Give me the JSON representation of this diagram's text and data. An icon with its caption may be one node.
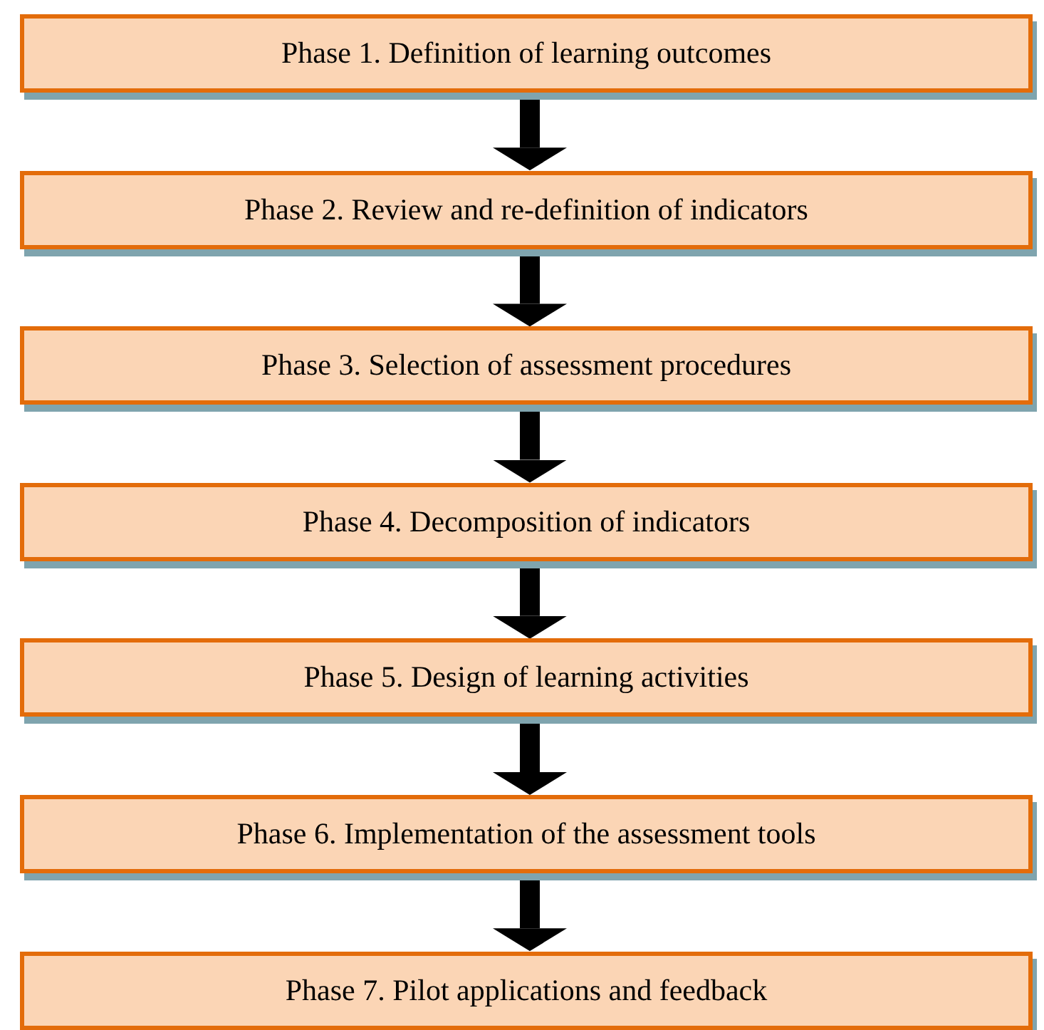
{
  "diagram": {
    "nodes": [
      {
        "text": [
          "Phase 1. Definition of learning outcomes"
        ]
      },
      {
        "text": [
          "Phase 2. Review and re-definition of indicators"
        ]
      },
      {
        "text": [
          "Phase 3. Selection of assessment procedures"
        ]
      },
      {
        "text": [
          "Phase 4. Decomposition of indicators"
        ]
      },
      {
        "text": [
          "Phase 5. Design of learning activities"
        ]
      },
      {
        "text": [
          "Phase 6. Implementation of the assessment tools"
        ]
      },
      {
        "text": [
          "Phase 7. Pilot applications and feedback"
        ]
      }
    ],
    "edges": [
      {
        "from": 0,
        "to": 1,
        "arrow": "to"
      },
      {
        "from": 1,
        "to": 2,
        "arrow": "to"
      },
      {
        "from": 2,
        "to": 3,
        "arrow": "to"
      },
      {
        "from": 3,
        "to": 4,
        "arrow": "to"
      },
      {
        "from": 4,
        "to": 5,
        "arrow": "to"
      },
      {
        "from": 5,
        "to": 6,
        "arrow": "to"
      }
    ]
  }
}
